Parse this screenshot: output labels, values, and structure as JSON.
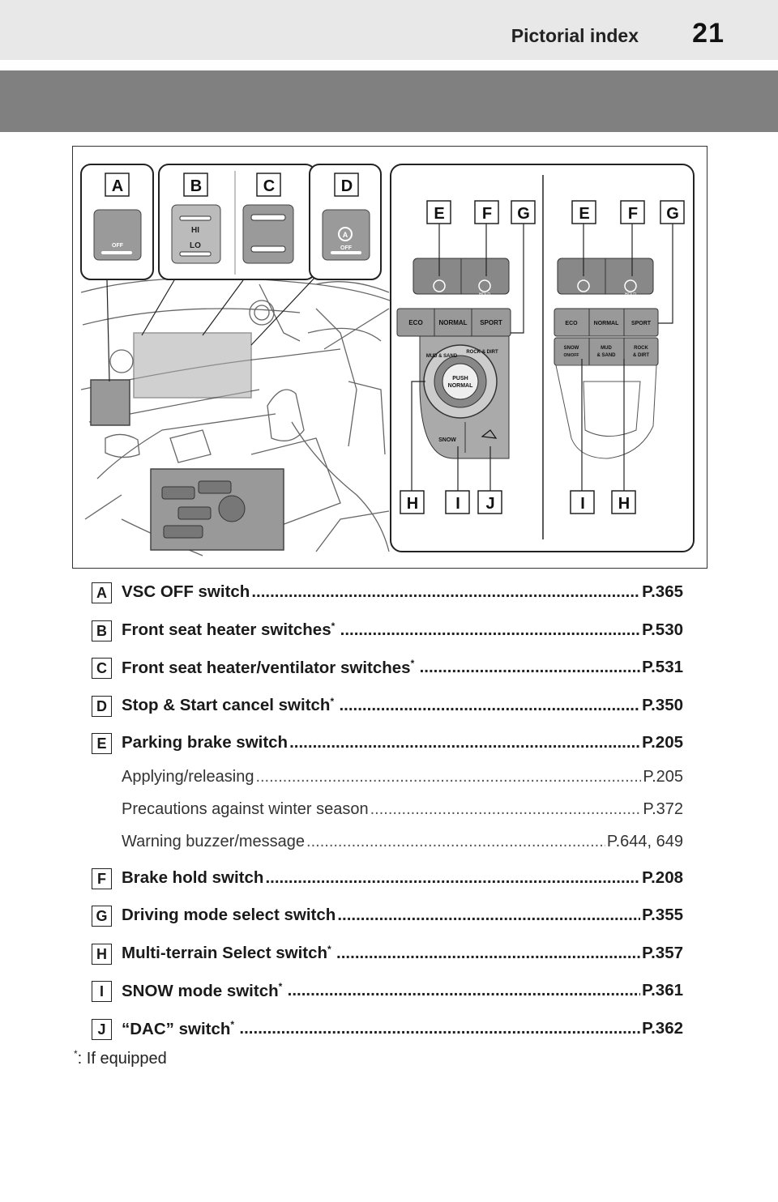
{
  "header": {
    "section_title": "Pictorial index",
    "page_number": "21"
  },
  "figure": {
    "callouts_top": [
      "A",
      "B",
      "C",
      "D"
    ],
    "callouts_right_top": [
      "E",
      "F",
      "G",
      "E",
      "F",
      "G"
    ],
    "callouts_bottom": [
      "H",
      "I",
      "J",
      "I",
      "H"
    ],
    "switch_text": {
      "vsc_off": "OFF",
      "heater_hi": "HI",
      "heater_lo": "LO",
      "stop_start_off": "OFF",
      "hold": "HOLD",
      "eco": "ECO",
      "normal": "NORMAL",
      "sport": "SPORT",
      "mud_sand": "MUD & SAND",
      "rock_dirt": "ROCK & DIRT",
      "push_normal_1": "PUSH",
      "push_normal_2": "NORMAL",
      "snow": "SNOW",
      "snow_onoff_1": "SNOW",
      "snow_onoff_2": "ON/OFF",
      "mud_1": "MUD",
      "mud_2": "& SAND",
      "rock_1": "ROCK",
      "rock_2": "& DIRT"
    }
  },
  "entries": [
    {
      "badge": "A",
      "label": "VSC OFF switch ",
      "starred": false,
      "ref": "P.365",
      "subs": []
    },
    {
      "badge": "B",
      "label": "Front seat heater switches",
      "starred": true,
      "ref": "P.530",
      "subs": []
    },
    {
      "badge": "C",
      "label": "Front seat heater/ventilator switches",
      "starred": true,
      "ref": "P.531",
      "subs": []
    },
    {
      "badge": "D",
      "label": "Stop & Start cancel switch",
      "starred": true,
      "ref": "P.350",
      "subs": []
    },
    {
      "badge": "E",
      "label": "Parking brake switch ",
      "starred": false,
      "ref": "P.205",
      "subs": [
        {
          "label": "Applying/releasing",
          "ref": "P.205"
        },
        {
          "label": "Precautions against winter season ",
          "ref": "P.372"
        },
        {
          "label": "Warning buzzer/message ",
          "ref": "P.644, 649"
        }
      ]
    },
    {
      "badge": "F",
      "label": "Brake hold switch ",
      "starred": false,
      "ref": "P.208",
      "subs": []
    },
    {
      "badge": "G",
      "label": "Driving mode select switch",
      "starred": false,
      "ref": "P.355",
      "subs": []
    },
    {
      "badge": "H",
      "label": "Multi-terrain Select switch",
      "starred": true,
      "ref": "P.357",
      "subs": []
    },
    {
      "badge": "I",
      "label": "SNOW mode switch",
      "starred": true,
      "ref": "P.361",
      "subs": []
    },
    {
      "badge": "J",
      "label": "“DAC” switch",
      "starred": true,
      "ref": "P.362",
      "subs": []
    }
  ],
  "footnote": {
    "marker": "*",
    "text": ": If equipped"
  }
}
